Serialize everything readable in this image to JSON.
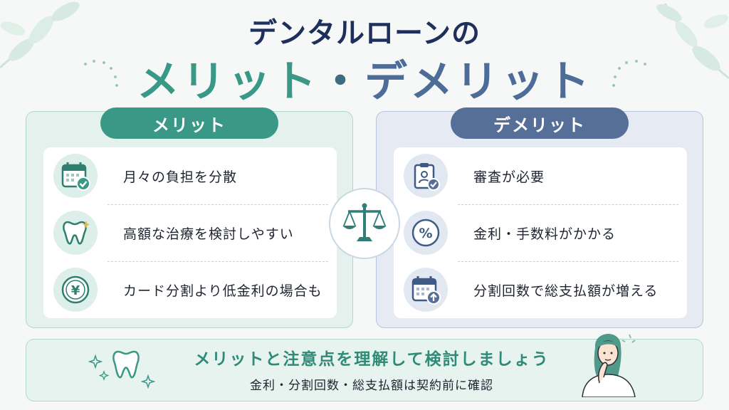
{
  "title": {
    "line1": "デンタルローンの",
    "merit": "メリット",
    "separator": "・",
    "demerit": "デメリット"
  },
  "merits": {
    "heading": "メリット",
    "items": [
      {
        "icon": "calendar-check-icon",
        "label": "月々の負担を分散"
      },
      {
        "icon": "tooth-sparkle-icon",
        "label": "高額な治療を検討しやすい"
      },
      {
        "icon": "yen-coin-icon",
        "label": "カード分割より低金利の場合も"
      }
    ]
  },
  "demerits": {
    "heading": "デメリット",
    "items": [
      {
        "icon": "clipboard-person-icon",
        "label": "審査が必要"
      },
      {
        "icon": "percent-icon",
        "label": "金利・手数料がかかる"
      },
      {
        "icon": "calendar-up-icon",
        "label": "分割回数で総支払額が増える"
      }
    ]
  },
  "footer": {
    "main": "メリットと注意点を理解して検討しましょう",
    "sub": "金利・分割回数・総支払額は契約前に確認"
  },
  "colors": {
    "merit": "#3a9886",
    "demerit": "#556f98",
    "title": "#1d2f5a"
  }
}
